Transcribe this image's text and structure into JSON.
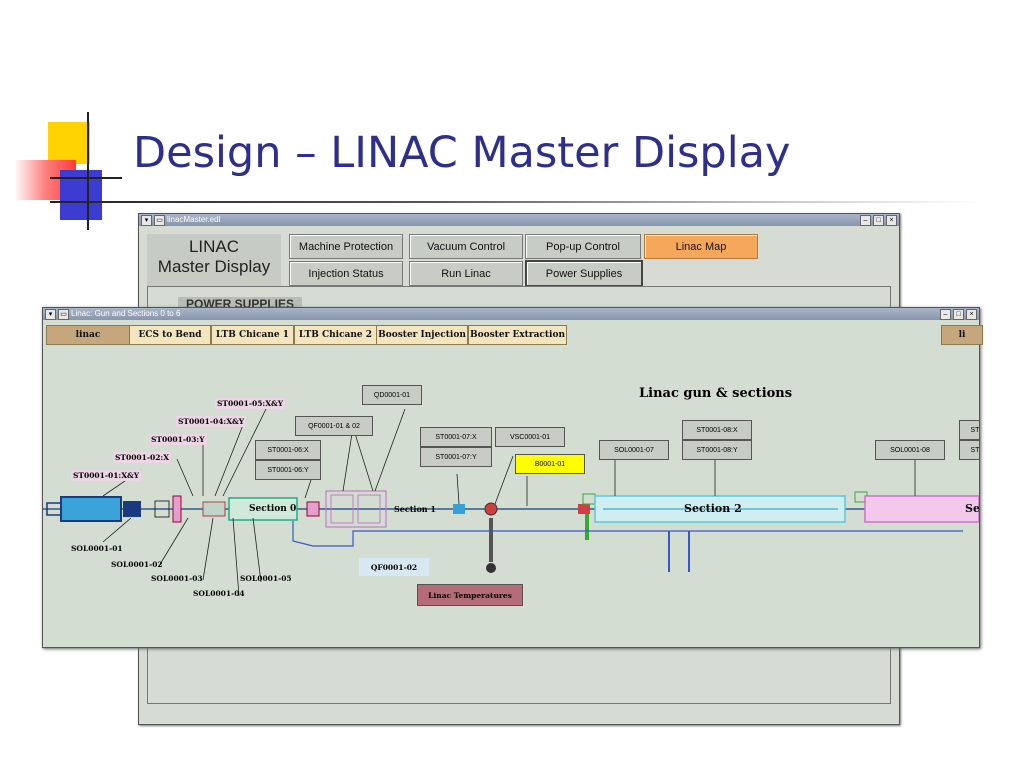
{
  "slide": {
    "title": "Design – LINAC Master Display"
  },
  "colors": {
    "title": "#2e2e8c",
    "accent_orange": "#f5a75b",
    "yellow": "#ffff00",
    "temp_button": "#b56c78",
    "deco_yellow": "#ffd200",
    "deco_red": "#ff4b4b",
    "deco_blue": "#3c3cd2"
  },
  "back_window": {
    "title": "linacMaster.edl",
    "header_line1": "LINAC",
    "header_line2": "Master Display",
    "buttons": [
      "Machine Protection",
      "Vacuum Control",
      "Pop-up Control",
      "Linac Map",
      "Injection Status",
      "Run Linac",
      "Power Supplies"
    ],
    "panel_label": "POWER SUPPLIES"
  },
  "front_window": {
    "title": "Linac: Gun and Sections 0 to 6",
    "tabs": [
      "linac",
      "ECS to Bend",
      "LTB Chicane 1",
      "LTB Chicane 2",
      "Booster Injection",
      "Booster Extraction",
      "li"
    ],
    "heading": "Linac gun & sections",
    "section_labels": [
      "Section 0",
      "Section 1",
      "Section 2",
      "Se"
    ],
    "pink_labels": [
      "ST0001-05:X&Y",
      "ST0001-04:X&Y",
      "ST0001-03:Y",
      "ST0001-02:X",
      "ST0001-01:X&Y"
    ],
    "bottom_labels": [
      "SOL0001-01",
      "SOL0001-02",
      "SOL0001-03",
      "SOL0001-04",
      "SOL0001-05"
    ],
    "device_buttons": [
      "QD0001-01",
      "QF0001-01 & 02",
      "ST0001-06:X",
      "ST0001-06:Y",
      "ST0001-07:X",
      "ST0001-07:Y",
      "VSC0001-01",
      "B0001-01",
      "SOL0001-07",
      "ST0001-08:X",
      "ST0001-08:Y",
      "SOL0001-08",
      "ST",
      "ST"
    ],
    "qf_label": "QF0001-02",
    "temperatures_button": "Linac Temperatures"
  }
}
